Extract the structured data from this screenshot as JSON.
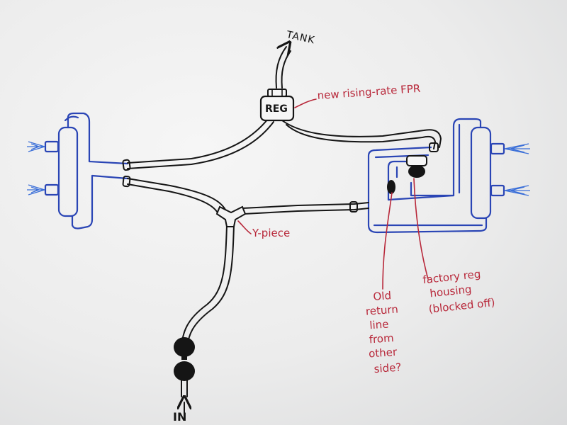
{
  "labels": {
    "tank": "TANK",
    "reg": "REG",
    "fpr_note": "new rising-rate FPR",
    "ypiece": "Y-piece",
    "in": "IN",
    "factory_reg": [
      "factory reg",
      "housing",
      "(blocked off)"
    ],
    "old_return": [
      "Old",
      "return",
      "line",
      "from",
      "other",
      "side?"
    ]
  },
  "colors": {
    "line_black": "#151515",
    "line_blue": "#2a45b5",
    "note_red": "#b8283a",
    "spray_blue": "#3b6fd8"
  }
}
